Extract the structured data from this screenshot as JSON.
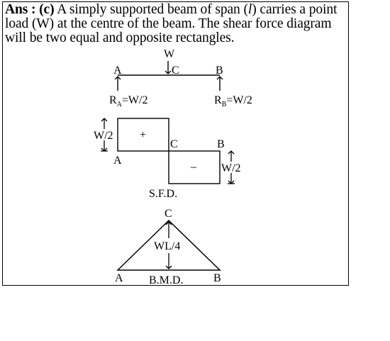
{
  "answer": {
    "label": "Ans : (c)",
    "text_before_l": "A simply supported beam of span (",
    "l_symbol": "l",
    "text_after_l": ") carries a point load (W) at the centre of the beam. The shear force diagram will be two equal and opposite rectangles."
  },
  "beam": {
    "load_label": "W",
    "point_a": "A",
    "point_c": "C",
    "point_b": "B",
    "reaction_a_main": "R",
    "reaction_a_sub": "A",
    "reaction_a_value": "=W/2",
    "reaction_b_main": "R",
    "reaction_b_sub": "B",
    "reaction_b_value": "=W/2"
  },
  "sfd": {
    "left_value": "W/2",
    "right_value": "W/2",
    "positive_sign": "+",
    "negative_sign": "–",
    "point_a": "A",
    "point_c": "C",
    "point_b": "B",
    "title": "S.F.D."
  },
  "bmd": {
    "apex_label": "C",
    "max_moment": "WL/4",
    "point_a": "A",
    "point_b": "B",
    "title": "B.M.D."
  }
}
